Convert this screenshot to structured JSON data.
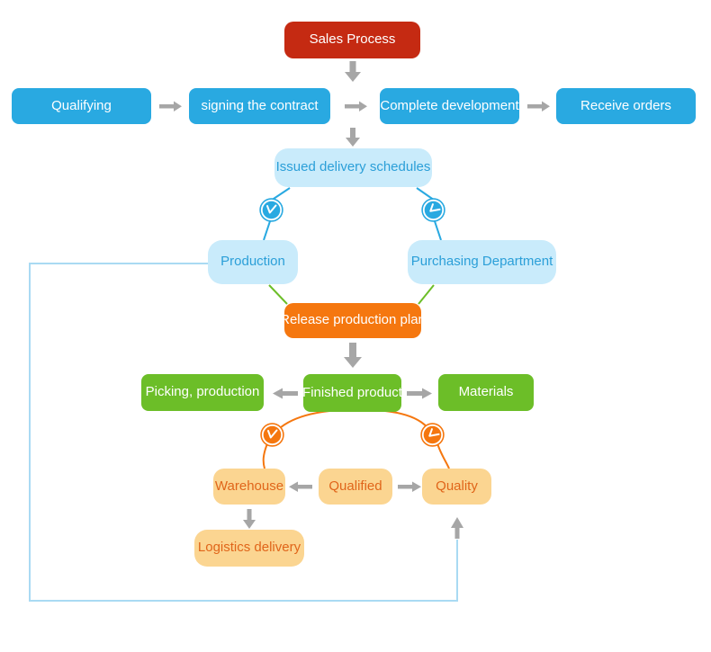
{
  "diagram": {
    "title": "Sales Process",
    "nodes": {
      "sales_process": "Sales Process",
      "qualifying": "Qualifying",
      "signing_contract": "signing the contract",
      "complete_development": "Complete development",
      "receive_orders": "Receive orders",
      "issued_delivery_schedules": "Issued delivery schedules",
      "production": "Production",
      "purchasing_department": "Purchasing Department",
      "release_production_plan": "Release production plan",
      "picking_production": "Picking, production",
      "finished_product": "Finished product",
      "materials": "Materials",
      "warehouse": "Warehouse",
      "qualified": "Qualified",
      "quality": "Quality",
      "logistics_delivery": "Logistics delivery"
    },
    "icons": {
      "clock_blue": "clock-icon",
      "clock_orange": "clock-icon"
    },
    "colors": {
      "red": "#C52A12",
      "blue": "#29A9E1",
      "light_blue_fill": "#C9EBFB",
      "light_blue_text": "#2B9FD8",
      "orange": "#F5770F",
      "green": "#6CBE28",
      "peach_fill": "#FBD591",
      "peach_text": "#E0651A",
      "arrow_gray": "#A6A6A6",
      "green_line": "#6CBE28",
      "orange_line": "#F5770F",
      "blue_line": "#29A9E1",
      "loop_line": "#A9DAF3"
    }
  }
}
